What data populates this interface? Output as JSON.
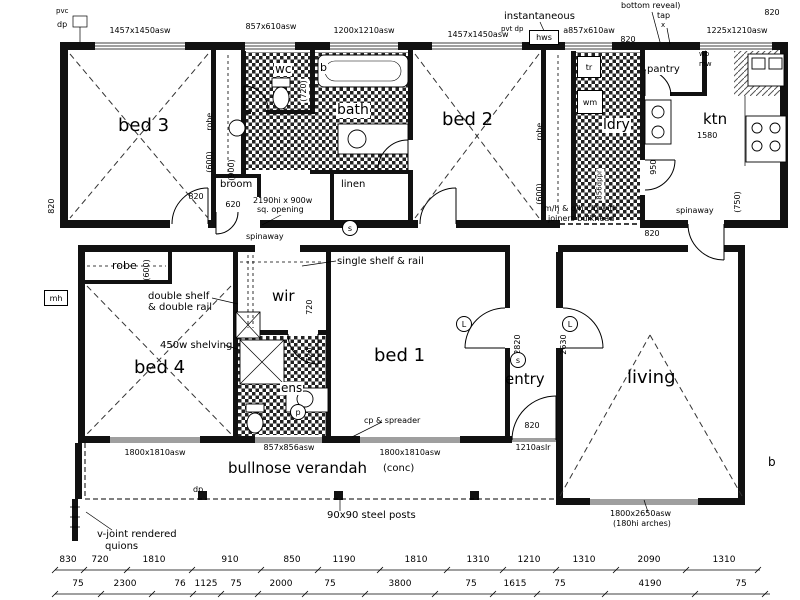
{
  "plan": {
    "rooms": {
      "bed3": "bed 3",
      "bed2": "bed 2",
      "bed1": "bed 1",
      "bed4": "bed 4",
      "wc": "wc",
      "bath_b": "b",
      "bath": "bath",
      "broom": "broom",
      "linen": "linen",
      "robe_bed3": "robe",
      "robe_bed2": "robe",
      "robe_bed4": "robe",
      "ldry": "ldry",
      "pantry": "pantry",
      "ktn": "ktn",
      "wir": "wir",
      "ens": "ens",
      "entry": "entry",
      "living": "living"
    },
    "outdoor": {
      "verandah": "bullnose verandah",
      "verandah_finish": "(conc)"
    },
    "fixtures": {
      "hws": "hws",
      "tr": "tr",
      "wm": "wm",
      "mh": "mh",
      "wb": "wb",
      "mw": "mw",
      "tap": "tap",
      "tap_mark": "x",
      "pvc": "pvc",
      "dp_top": "dp",
      "pvt_dp": "pvt dp",
      "dp_bottom": "dp",
      "b_right": "b"
    },
    "notes": {
      "instantaneous": "instantaneous",
      "bottom_reveal": "bottom reveal)",
      "opening_1": "2190hi x 900w",
      "opening_2": "sq. opening",
      "bulkhead_1": "m/h & o/h c/b with",
      "bulkhead_2": "joiners bulkhead",
      "spinaway_top": "spinaway",
      "spinaway_mid": "spinaway",
      "single_shelf": "single shelf & rail",
      "double_shelf_1": "double shelf",
      "double_shelf_2": "& double rail",
      "shelving": "450w shelving",
      "cp_spreader": "cp & spreader",
      "steel_posts": "90x90 steel posts",
      "quoins_1": "v-joint rendered",
      "quoins_2": "quions",
      "arch_window_1": "1800x2650asw",
      "arch_window_2": "(180hi arches)"
    },
    "symbols": {
      "s1": "s",
      "s2": "s",
      "l1": "L",
      "l2": "L",
      "p1": "p"
    },
    "windows_top": [
      "1457x1450asw",
      "857x610asw",
      "1200x1210asw",
      "1457x1450asw",
      "a857x610aw",
      "1225x1210asw"
    ],
    "windows_bottom": [
      "1800x1810asw",
      "857x856asw",
      "1800x1810asw",
      "1210aslr"
    ],
    "dims_small": {
      "d820_a": "820",
      "d820_b": "820",
      "d820_c": "820",
      "d820_d": "820",
      "d820_e": "820",
      "d820_f": "820",
      "d620": "620",
      "d600_a": "(600)",
      "d600_b": "(600)",
      "d600_c": "(600)",
      "d720_a": "(720)",
      "d720_b": "720",
      "d720_c": "720",
      "d900": "(900)",
      "d950": "950",
      "d750": "(750)",
      "d1580": "1580",
      "d2820": "2820",
      "d2630": "2630",
      "d856": "856dppr"
    },
    "dim_row_1": [
      "830",
      "720",
      "1810",
      "910",
      "850",
      "1190",
      "1810",
      "1310",
      "1210",
      "1310",
      "2090",
      "1310"
    ],
    "dim_row_2": [
      "75",
      "2300",
      "76",
      "1125",
      "75",
      "2000",
      "75",
      "3800",
      "75",
      "1615",
      "75",
      "4190",
      "75"
    ]
  }
}
